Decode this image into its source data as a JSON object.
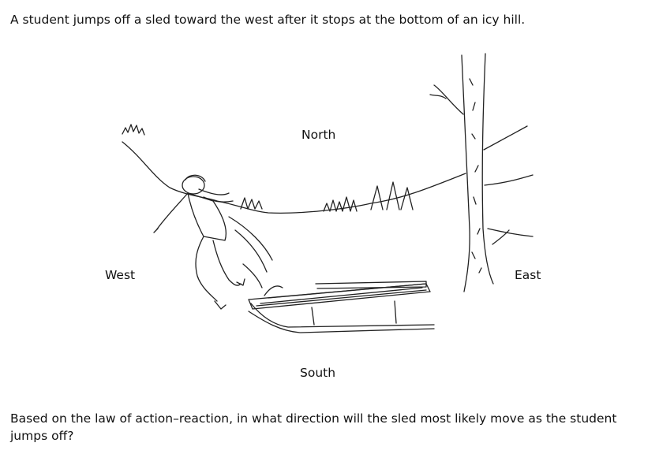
{
  "intro_text": "A student jumps off a sled toward the west after it stops at the bottom of an icy hill.",
  "compass": {
    "north": "North",
    "south": "South",
    "west": "West",
    "east": "East"
  },
  "question_text": "Based on the law of action–reaction, in what direction will the sled most likely move as the student jumps off?"
}
